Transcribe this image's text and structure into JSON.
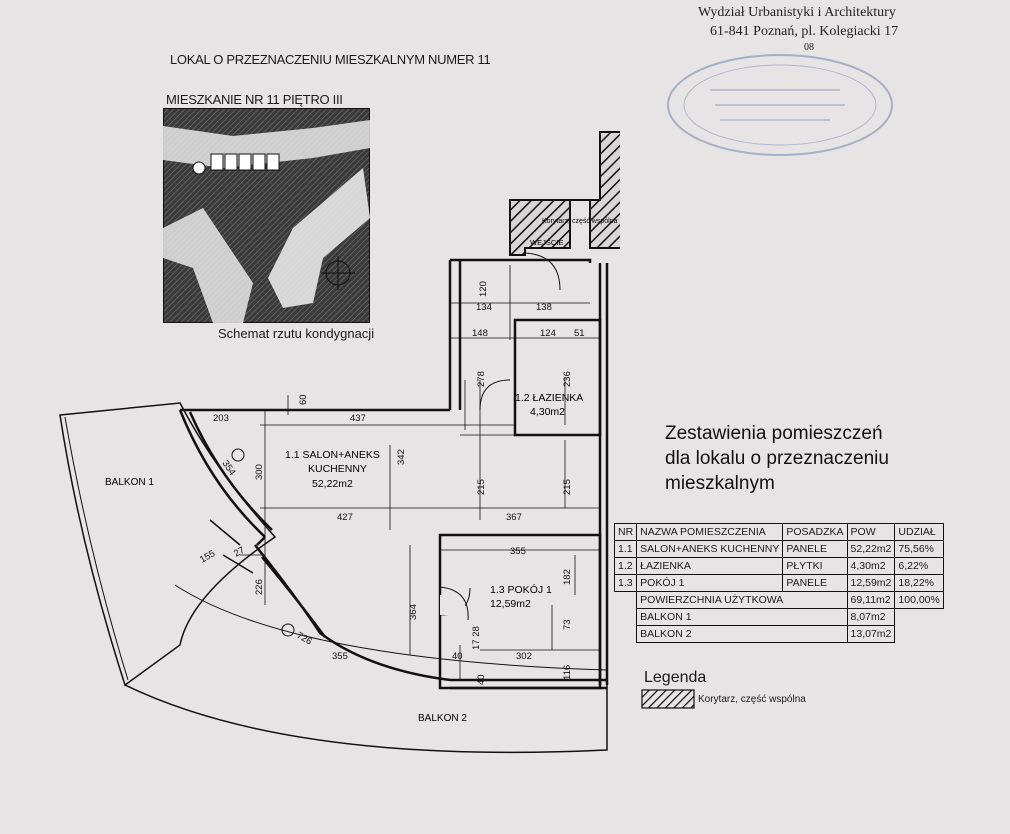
{
  "stamp": {
    "line1": "Wydział Urbanistyki i Architektury",
    "line2": "61-841 Poznań, pl. Kolegiacki 17",
    "mark": "08"
  },
  "header": {
    "title": "LOKAL O PRZEZNACZENIU MIESZKALNYM NUMER 11",
    "subtitle": "MIESZKANIE NR 11 PIĘTRO III",
    "map_caption": "Schemat rzutu kondygnacji"
  },
  "plan": {
    "corridor_label": "Korytarz, część wspólna",
    "entrance": "WEJŚCIE",
    "balcony1": "BALKON 1",
    "balcony2": "BALKON 2",
    "room1": {
      "name": "1.1 SALON+ANEKS",
      "name2": "KUCHENNY",
      "area": "52,22m2"
    },
    "room2": {
      "name": "1.2 ŁAZIENKA",
      "area": "4,30m2"
    },
    "room3": {
      "name": "1.3 POKÓJ 1",
      "area": "12,59m2"
    },
    "dims": {
      "d120": "120",
      "d134": "134",
      "d138": "138",
      "d148": "148",
      "d124": "124",
      "d51": "51",
      "d278": "278",
      "d236": "236",
      "d60": "60",
      "d203": "203",
      "d437": "437",
      "d342": "342",
      "d354": "354",
      "d300": "300",
      "d215a": "215",
      "d215b": "215",
      "d427": "427",
      "d367": "367",
      "d155": "155",
      "d27": "27",
      "d355a": "355",
      "d226": "226",
      "d182": "182",
      "d364": "364",
      "d1728": "17 28",
      "d73": "73",
      "d726": "726",
      "d355b": "355",
      "d40a": "40",
      "d302": "302",
      "d116": "116",
      "d40b": "40"
    }
  },
  "summary": {
    "title_line1": "Zestawienia pomieszczeń",
    "title_line2": "dla lokalu o przeznaczeniu",
    "title_line3": "mieszkalnym",
    "headers": [
      "NR",
      "NAZWA POMIESZCZENIA",
      "POSADZKA",
      "POW",
      "UDZIAŁ"
    ],
    "rows": [
      [
        "1.1",
        "SALON+ANEKS KUCHENNY",
        "PANELE",
        "52,22m2",
        "75,56%"
      ],
      [
        "1.2",
        "ŁAZIENKA",
        "PŁYTKI",
        "4,30m2",
        "6,22%"
      ],
      [
        "1.3",
        "POKÓJ 1",
        "PANELE",
        "12,59m2",
        "18,22%"
      ]
    ],
    "total": {
      "label": "POWIERZCHNIA UŻYTKOWA",
      "area": "69,11m2",
      "share": "100,00%"
    },
    "balconies": [
      {
        "label": "BALKON 1",
        "area": "8,07m2"
      },
      {
        "label": "BALKON 2",
        "area": "13,07m2"
      }
    ]
  },
  "legend": {
    "title": "Legenda",
    "item": "Korytarz, część wspólna"
  }
}
